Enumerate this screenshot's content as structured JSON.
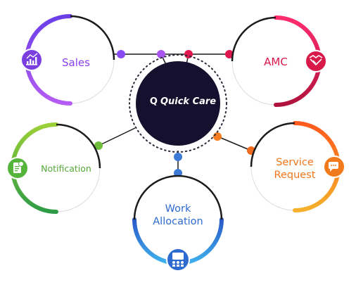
{
  "hub": {
    "name": "Quick Care",
    "mark": "Q",
    "color": "#14102e"
  },
  "nodes": [
    {
      "id": "sales",
      "label": "Sales",
      "color": "#8a3ff0",
      "icon": "chart-icon"
    },
    {
      "id": "amc",
      "label": "AMC",
      "color": "#d8164a",
      "icon": "handshake-icon"
    },
    {
      "id": "notification",
      "label": "Notification",
      "color": "#53a938",
      "icon": "notification-icon"
    },
    {
      "id": "service",
      "label_lines": [
        "Service",
        "Request"
      ],
      "color": "#f2771c",
      "icon": "chat-icon"
    },
    {
      "id": "work",
      "label_lines": [
        "Work",
        "Allocation"
      ],
      "color": "#2f6ad2",
      "icon": "team-icon"
    }
  ]
}
